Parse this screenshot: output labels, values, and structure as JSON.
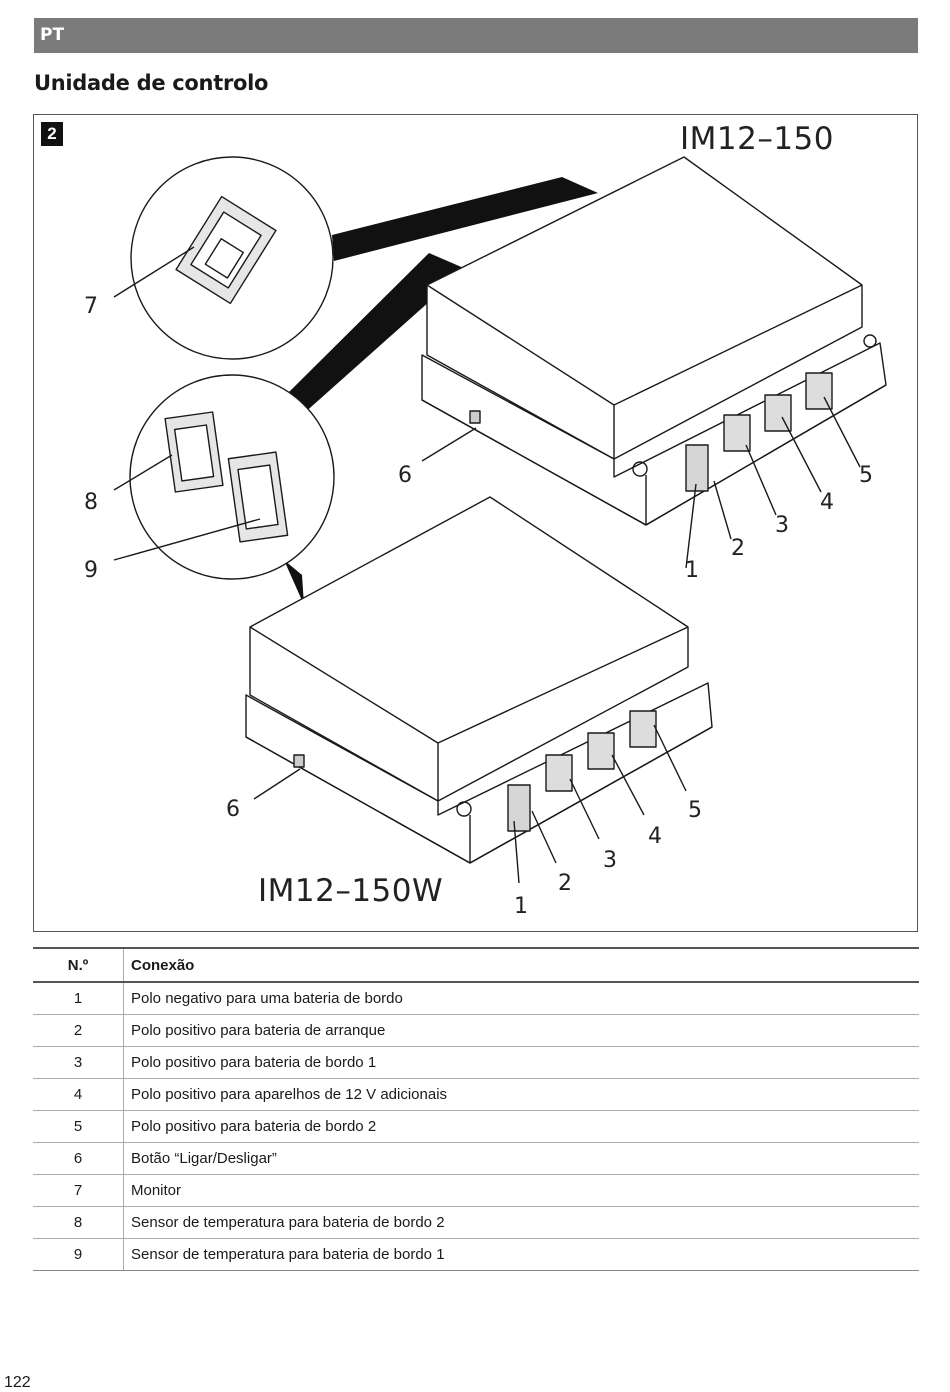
{
  "header": {
    "lang": "PT"
  },
  "section_title": "Unidade de controlo",
  "figure": {
    "number": "2",
    "model_top": "IM12–150",
    "model_bottom": "IM12–150W",
    "callouts": [
      "7",
      "8",
      "9",
      "6",
      "1",
      "2",
      "3",
      "4",
      "5",
      "6",
      "1",
      "2",
      "3",
      "4",
      "5"
    ]
  },
  "table": {
    "headers": [
      "N.º",
      "Conexão"
    ],
    "rows": [
      {
        "no": "1",
        "text": "Polo negativo para uma bateria de bordo"
      },
      {
        "no": "2",
        "text": "Polo positivo para bateria de arranque"
      },
      {
        "no": "3",
        "text": "Polo positivo para bateria de bordo 1"
      },
      {
        "no": "4",
        "text": "Polo positivo para aparelhos de 12 V adicionais"
      },
      {
        "no": "5",
        "text": "Polo positivo para bateria de bordo 2"
      },
      {
        "no": "6",
        "text": "Botão “Ligar/Desligar”"
      },
      {
        "no": "7",
        "text": "Monitor"
      },
      {
        "no": "8",
        "text": "Sensor de temperatura para bateria de bordo 2"
      },
      {
        "no": "9",
        "text": "Sensor de temperatura para bateria de bordo 1"
      }
    ]
  },
  "page_number": "122"
}
